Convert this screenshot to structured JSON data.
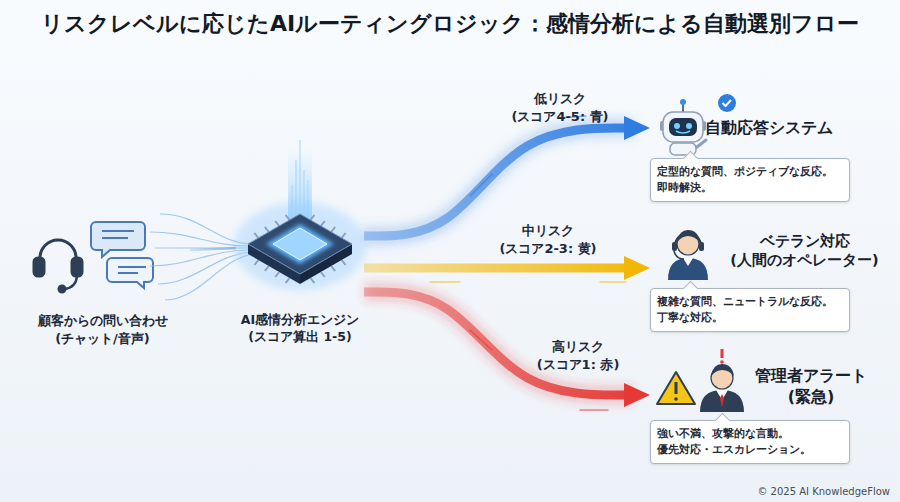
{
  "diagram": {
    "title": "リスクレベルに応じたAIルーティングロジック：感情分析による自動選別フロー",
    "nodes": [
      {
        "text": [
          "顧客からの問い合わせ (チャット/音声)"
        ]
      },
      {
        "text": [
          "AI感情分析エンジン (スコア算出 1-5)"
        ]
      },
      {
        "text": [
          "自動応答システム",
          "定型的な質問、ポジティブな反応。 即時解決。"
        ]
      },
      {
        "text": [
          "ベテラン対応 (人間のオペレーター)",
          "複雑な質問、ニュートラルな反応。 丁寧な対応。"
        ]
      },
      {
        "text": [
          "管理者アラート (緊急)",
          "強い不満、攻撃的な言動。 優先対応・エスカレーション。"
        ]
      }
    ],
    "edges": [
      {
        "from": 0,
        "to": 1,
        "arrow": "none"
      },
      {
        "from": 1,
        "to": 2,
        "label": "低リスク (スコア4-5: 青)",
        "arrow": "to"
      },
      {
        "from": 1,
        "to": 3,
        "label": "中リスク (スコア2-3: 黄)",
        "arrow": "to"
      },
      {
        "from": 1,
        "to": 4,
        "label": "高リスク (スコア1: 赤)",
        "arrow": "to"
      }
    ],
    "labels": [
      "© 2025 AI KnowledgeFlow"
    ]
  }
}
